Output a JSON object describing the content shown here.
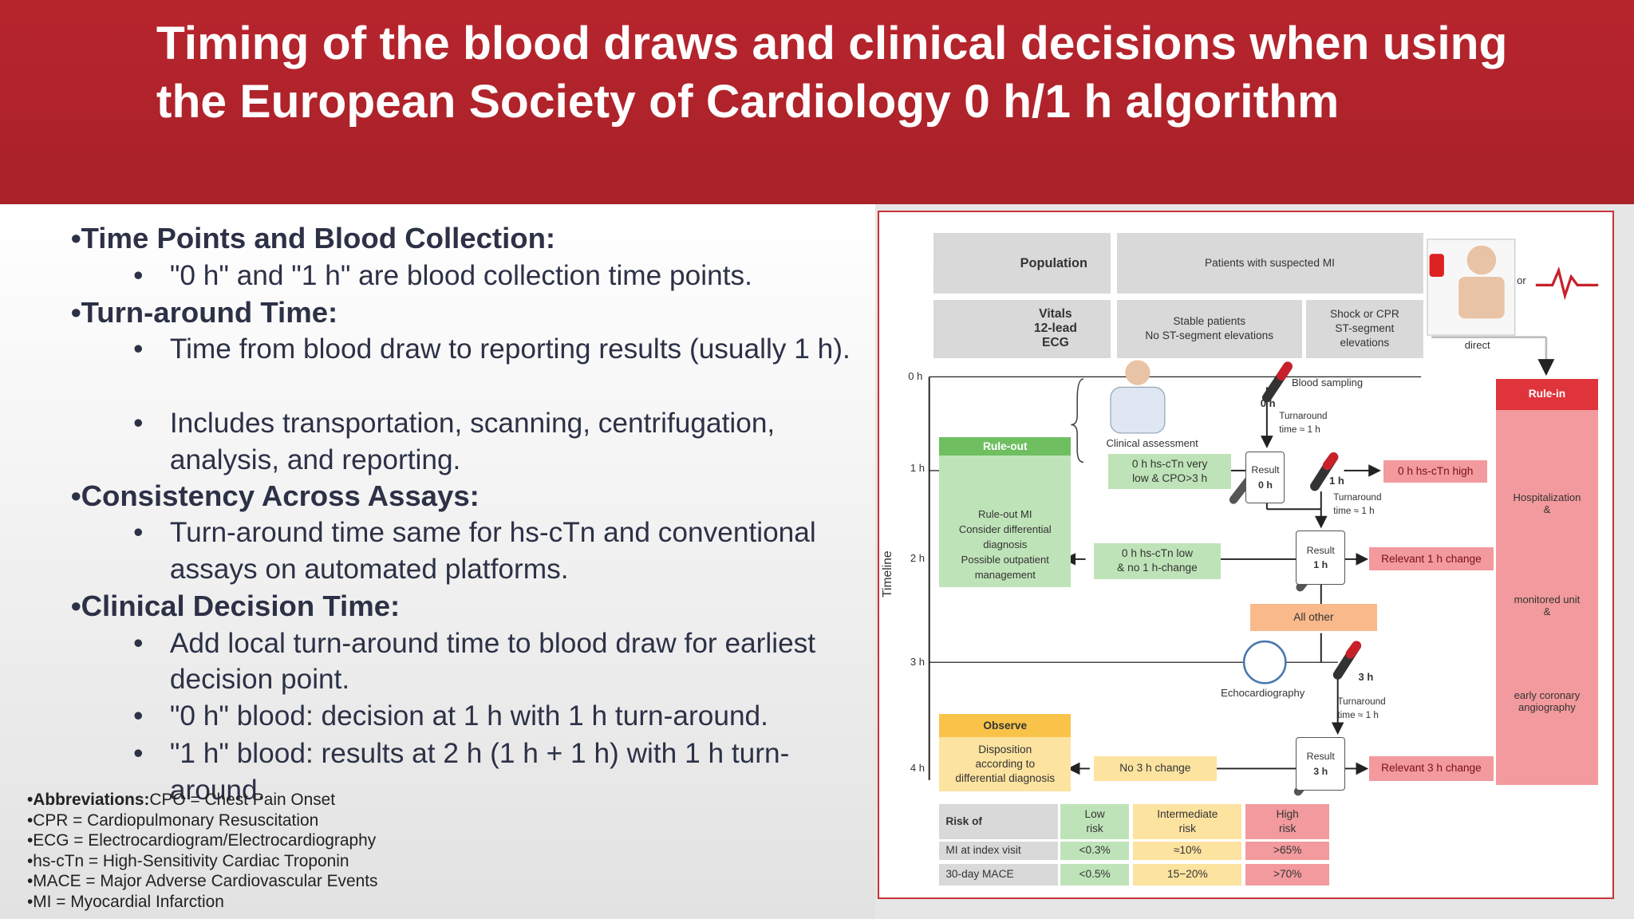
{
  "title": "Timing of the blood draws and clinical decisions when using the European Society of Cardiology 0 h/1 h algorithm",
  "sections": [
    {
      "heading": "•Time Points and Blood Collection:",
      "bullets": [
        "\"0 h\" and \"1 h\" are blood collection time points."
      ]
    },
    {
      "heading": "•Turn-around Time:",
      "bullets": [
        "Time from blood draw to reporting results (usually 1 h).",
        "Includes transportation, scanning, centrifugation, analysis, and reporting."
      ]
    },
    {
      "heading": "•Consistency Across Assays:",
      "bullets": [
        "Turn-around time same for hs-cTn and conventional assays on automated platforms."
      ]
    },
    {
      "heading": "•Clinical Decision Time:",
      "bullets": [
        "Add local turn-around time to blood draw for earliest decision point.",
        "\"0 h\" blood: decision at 1 h with 1 h turn-around.",
        "\"1 h\" blood: results at 2 h (1 h + 1 h) with 1 h turn-around."
      ]
    }
  ],
  "bullet_glyph": "•",
  "abbreviations": {
    "label": "•Abbreviations:",
    "items": [
      "CPO = Chest Pain Onset",
      "•CPR = Cardiopulmonary Resuscitation",
      "•ECG = Electrocardiogram/Electrocardiography",
      "•hs-cTn = High-Sensitivity Cardiac Troponin",
      "•MACE = Major Adverse Cardiovascular Events",
      "•MI = Myocardial Infarction"
    ]
  },
  "figure": {
    "population": "Population",
    "patients": "Patients with suspected MI",
    "vitals": "Vitals\n12-lead\nECG",
    "stable": "Stable patients\nNo ST-segment elevations",
    "shock": "Shock or CPR\nST-segment\nelevations",
    "or": "or",
    "direct": "direct",
    "timeline": "Timeline",
    "ticks": [
      "0 h",
      "1 h",
      "2 h",
      "3 h",
      "4 h"
    ],
    "blood_sampling": "Blood sampling",
    "zero_h": "0 h",
    "one_h": "1 h",
    "three_h": "3 h",
    "turnaround": "Turnaround\ntime ≈ 1 h",
    "clinical_assessment": "Clinical assessment",
    "result": "Result",
    "rule_out": "Rule-out",
    "rule_out_text": "Rule-out MI\nConsider differential\ndiagnosis\nPossible outpatient\nmanagement",
    "rule_in": "Rule-in",
    "cond_0h_low": "0 h hs-cTn very\nlow & CPO>3 h",
    "cond_0h_high": "0 h hs-cTn high",
    "cond_low_1h": "0 h hs-cTn low\n& no 1 h-change",
    "cond_rel_1h": "Relevant 1 h change",
    "all_other": "All other",
    "echo": "Echocardiography",
    "observe": "Observe",
    "observe_text": "Disposition\naccording to\ndifferential diagnosis",
    "no_3h": "No 3 h change",
    "rel_3h": "Relevant 3 h change",
    "hospitalization": "Hospitalization\n&",
    "monitored": "monitored unit\n&",
    "angiography": "early coronary\nangiography",
    "risk_table": {
      "headers": [
        "Risk of",
        "Low\nrisk",
        "Intermediate\nrisk",
        "High\nrisk"
      ],
      "rows": [
        [
          "MI at index visit",
          "<0.3%",
          "≈10%",
          ">65%"
        ],
        [
          "30-day MACE",
          "<0.5%",
          "15−20%",
          ">70%"
        ]
      ]
    },
    "colors": {
      "red": "#e0343c",
      "green": "#6fbf61",
      "yellow": "#f9c34a",
      "grey": "#d9d9d9"
    }
  }
}
